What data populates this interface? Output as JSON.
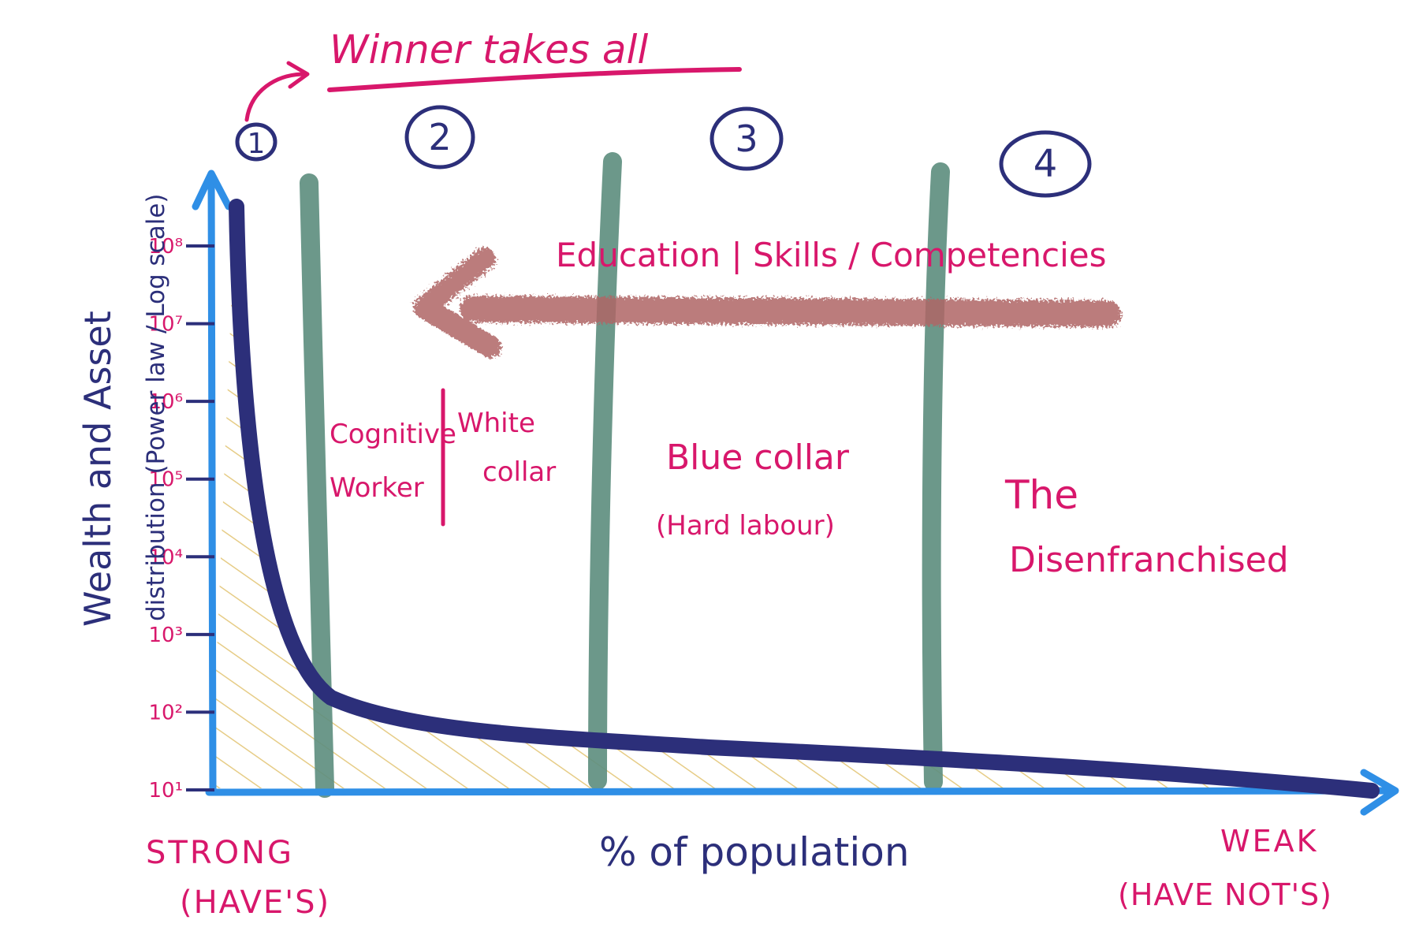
{
  "title": "Winner takes all",
  "y_axis": {
    "label_main": "Wealth and Asset",
    "label_sub": "distribution (Power law / Log scale)",
    "ticks": [
      "10¹",
      "10²",
      "10³",
      "10⁴",
      "10⁵",
      "10⁶",
      "10⁷",
      "10⁸"
    ]
  },
  "x_axis": {
    "label": "% of population",
    "left_label": "STRONG",
    "left_sub": "(HAVE'S)",
    "right_label": "WEAK",
    "right_sub": "(HAVE NOT'S)"
  },
  "zones": [
    {
      "number": "1"
    },
    {
      "number": "2",
      "lines": [
        "Cognitive",
        "Worker"
      ],
      "lines_b": [
        "White",
        "collar"
      ]
    },
    {
      "number": "3",
      "lines": [
        "Blue collar",
        "(Hard labour)"
      ]
    },
    {
      "number": "4",
      "lines": [
        "The",
        "Disenfranchised"
      ]
    }
  ],
  "arrow_label": "Education | Skills / Competencies",
  "colors": {
    "pink": "#d8176b",
    "navy": "#2c2f7a",
    "axis_blue": "#2f8fe6",
    "divider_green": "#5f8f80",
    "arrow_red": "#b06666",
    "hatch": "#e6cc86"
  }
}
